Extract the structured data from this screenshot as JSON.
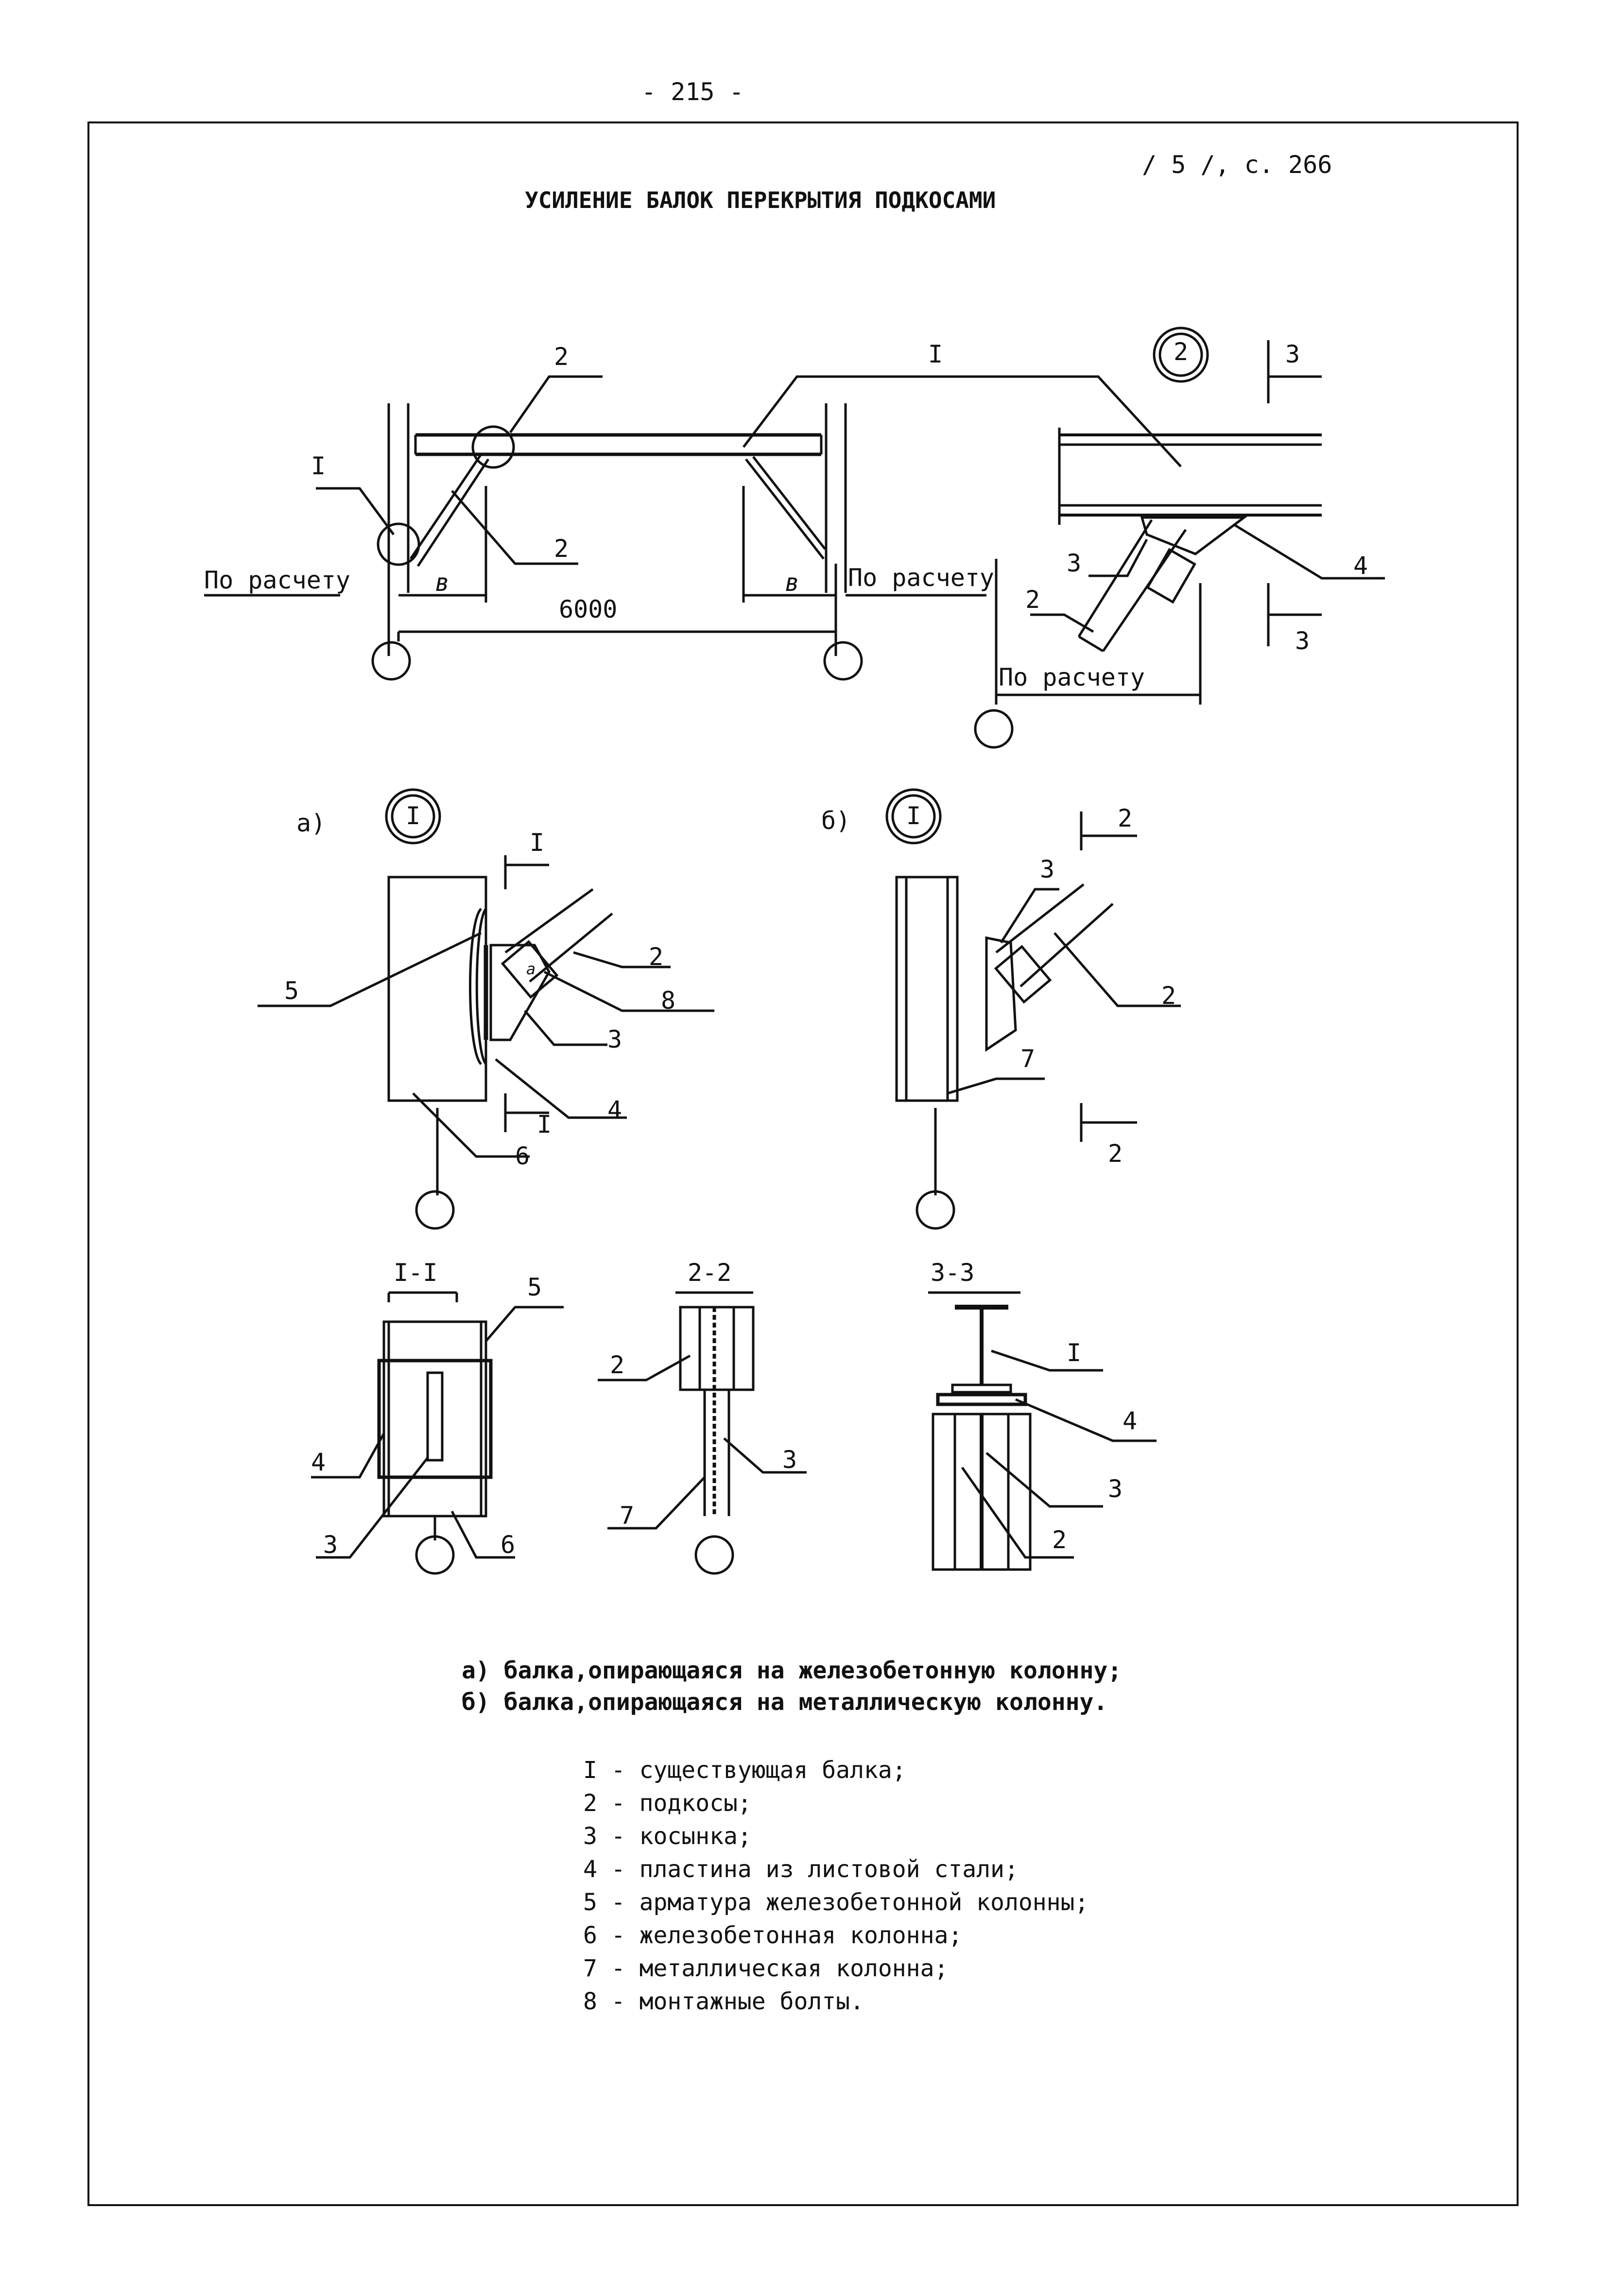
{
  "page": {
    "number": "- 215 -",
    "reference": "/ 5 /, с. 266",
    "title": "УСИЛЕНИЕ БАЛОК ПЕРЕКРЫТИЯ ПОДКОСАМИ"
  },
  "top_diagram": {
    "label_I_left": "I",
    "label_2_top": "2",
    "label_2_brace": "2",
    "label_I_top": "I",
    "by_calc_left": "По расчету",
    "by_calc_right": "По расчету",
    "dim_b_left": "в",
    "dim_b_right": "в",
    "span": "6000"
  },
  "node_2": {
    "marker": "2",
    "sec_3_top": "3",
    "sec_3_bottom": "3",
    "l3": "3",
    "l2": "2",
    "l4": "4",
    "by_calc": "По расчету"
  },
  "detail_a": {
    "letter": "а)",
    "marker": "I",
    "sec_top": "I",
    "sec_bottom": "I",
    "l5": "5",
    "l2": "2",
    "l8": "8",
    "l3": "3",
    "l4": "4",
    "l6": "6",
    "la": "а"
  },
  "detail_b": {
    "letter": "б)",
    "marker": "I",
    "sec_top": "2",
    "sec_bottom": "2",
    "l3": "3",
    "l2": "2",
    "l7": "7"
  },
  "sec_I_I": {
    "title": "I-I",
    "l5": "5",
    "l4": "4",
    "l3": "3",
    "l6": "6"
  },
  "sec_2_2": {
    "title": "2-2",
    "l2": "2",
    "l3": "3",
    "l7": "7"
  },
  "sec_3_3": {
    "title": "3-3",
    "lI": "I",
    "l4": "4",
    "l3": "3",
    "l2": "2"
  },
  "captions": [
    "а) балка,опирающаяся на железобетонную колонну;",
    "б) балка,опирающаяся на металлическую колонну."
  ],
  "legend": [
    "I - существующая  балка;",
    "2 - подкосы;",
    "3 - косынка;",
    "4 - пластина из листовой стали;",
    "5 - арматура железобетонной колонны;",
    "6 - железобетонная колонна;",
    "7 - металлическая колонна;",
    "8 - монтажные болты."
  ]
}
